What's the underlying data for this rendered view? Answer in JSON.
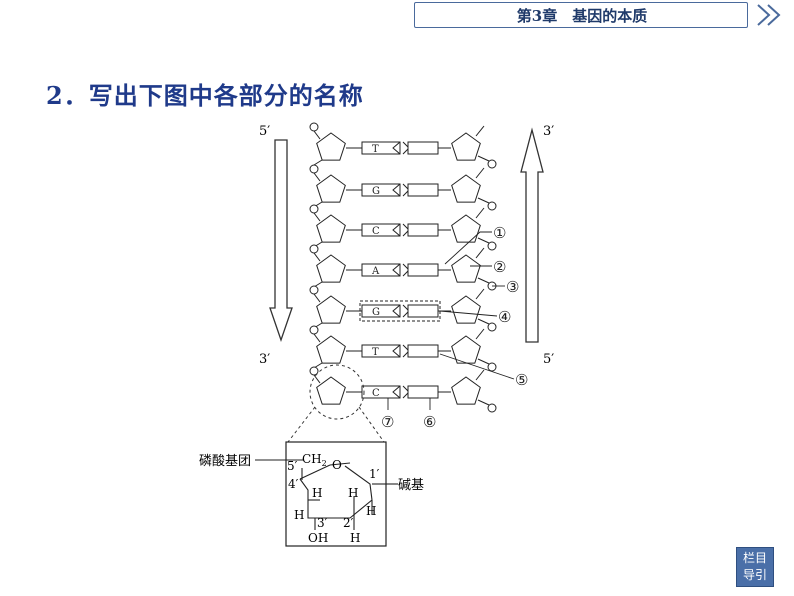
{
  "header": {
    "chapter_title": "第3章　基因的本质"
  },
  "question": {
    "title": "2．写出下图中各部分的名称"
  },
  "diagram": {
    "left_strand_top_label": "5′",
    "left_strand_bottom_label": "3′",
    "right_strand_top_label": "3′",
    "right_strand_bottom_label": "5′",
    "left_bases": [
      "T",
      "G",
      "C",
      "A",
      "G",
      "T",
      "C"
    ],
    "callouts": [
      "①",
      "②",
      "③",
      "④",
      "⑤",
      "⑥",
      "⑦"
    ],
    "sugar_detail": {
      "phosphate_label": "磷酸基团",
      "base_label": "碱基",
      "ch2": "CH",
      "ch2_sub": "2",
      "ring_o": "O",
      "c5": "5′",
      "c4": "4′",
      "c3": "3′",
      "c2": "2′",
      "c1": "1′",
      "h_labels": [
        "H",
        "H",
        "H",
        "H"
      ],
      "oh": "OH",
      "h_bottom": "H"
    }
  },
  "nav": {
    "line1": "栏目",
    "line2": "导引"
  }
}
